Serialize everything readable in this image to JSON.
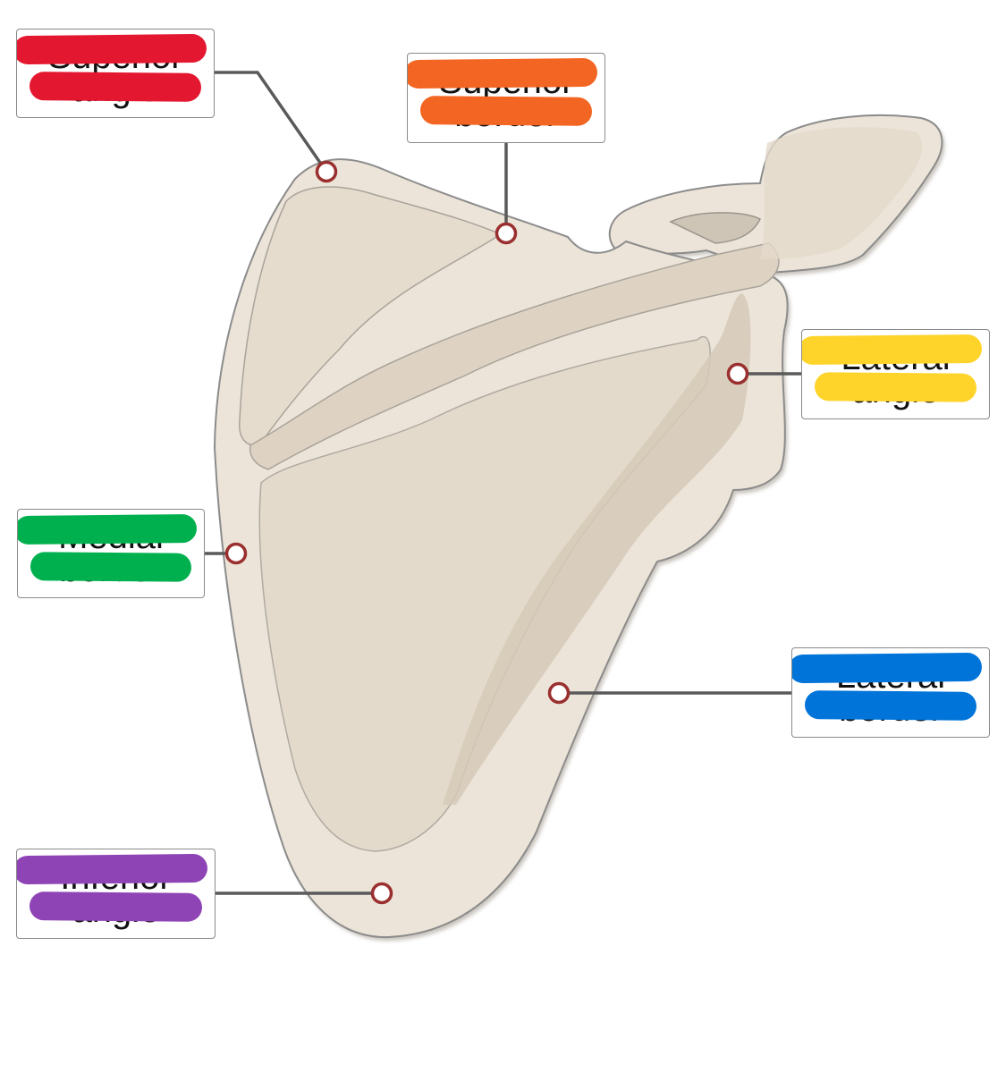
{
  "diagram": {
    "labels": [
      {
        "id": "superior-angle",
        "line1": "Superior",
        "line2": "angle",
        "color": "#e3172f"
      },
      {
        "id": "superior-border",
        "line1": "Superior",
        "line2": "border",
        "color": "#f26522"
      },
      {
        "id": "lateral-angle",
        "line1": "Lateral",
        "line2": "angle",
        "color": "#ffd42a"
      },
      {
        "id": "medial-border",
        "line1": "Medial",
        "line2": "border",
        "color": "#00b04f"
      },
      {
        "id": "lateral-border",
        "line1": "Lateral",
        "line2": "border",
        "color": "#0074d9"
      },
      {
        "id": "inferior-angle",
        "line1": "Inferior",
        "line2": "angle",
        "color": "#8e44b5"
      }
    ],
    "bone_color": "#ece4d8",
    "bone_outline_color": "#8c8c8c",
    "marker_color": "#9a2f2f",
    "leader_color": "#5a5a5a"
  }
}
